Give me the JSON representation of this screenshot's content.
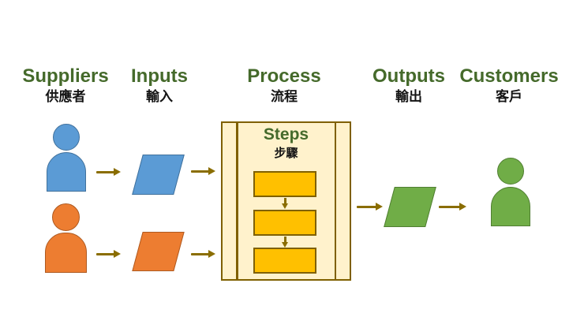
{
  "diagram": {
    "type": "sipoc-flow-diagram",
    "columns": [
      {
        "id": "suppliers",
        "label": "Suppliers",
        "label_zh": "供應者"
      },
      {
        "id": "inputs",
        "label": "Inputs",
        "label_zh": "輸入"
      },
      {
        "id": "process",
        "label": "Process",
        "label_zh": "流程"
      },
      {
        "id": "outputs",
        "label": "Outputs",
        "label_zh": "輸出"
      },
      {
        "id": "customers",
        "label": "Customers",
        "label_zh": "客戶"
      }
    ],
    "process_box": {
      "title": "Steps",
      "title_zh": "步驟",
      "step_count": 3
    },
    "icons": {
      "supplier_1": "person-icon-blue",
      "supplier_2": "person-icon-orange",
      "input_1": "parallelogram-blue",
      "input_2": "parallelogram-orange",
      "output": "parallelogram-green",
      "customer": "person-icon-green",
      "flow_arrow": "right-arrow",
      "step_connector": "down-arrow"
    },
    "colors": {
      "background": "#FFFFFF",
      "heading_green": "#456A2B",
      "text_black": "#141414",
      "blue_fill": "#5B9BD5",
      "blue_stroke": "#41719C",
      "orange_fill": "#ED7D31",
      "orange_stroke": "#AE5A21",
      "green_fill": "#70AD47",
      "green_stroke": "#507E32",
      "gold_fill": "#FFC000",
      "process_box_fill": "#FFF2CC",
      "dark_gold_stroke": "#7F6000",
      "arrow_color": "#8A6D00"
    }
  }
}
